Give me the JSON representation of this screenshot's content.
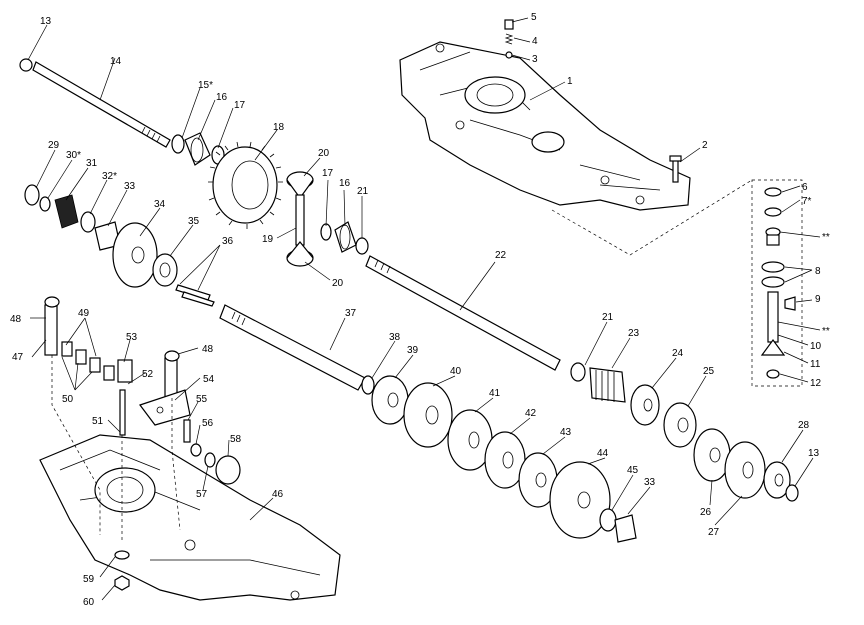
{
  "diagram": {
    "type": "exploded-parts-view",
    "callouts": [
      "13",
      "14",
      "15*",
      "16",
      "17",
      "18",
      "29",
      "30*",
      "31",
      "32*",
      "33",
      "34",
      "35",
      "36",
      "20",
      "19",
      "17",
      "16",
      "21",
      "20",
      "5",
      "4",
      "3",
      "1",
      "2",
      "6",
      "7*",
      "**",
      "8",
      "9",
      "**",
      "10",
      "11",
      "12",
      "22",
      "21",
      "23",
      "24",
      "25",
      "37",
      "38",
      "39",
      "40",
      "41",
      "42",
      "43",
      "44",
      "45",
      "33",
      "26",
      "27",
      "28",
      "13",
      "48",
      "49",
      "47",
      "50",
      "53",
      "52",
      "48",
      "54",
      "51",
      "55",
      "56",
      "58",
      "57",
      "46",
      "59",
      "60"
    ]
  }
}
